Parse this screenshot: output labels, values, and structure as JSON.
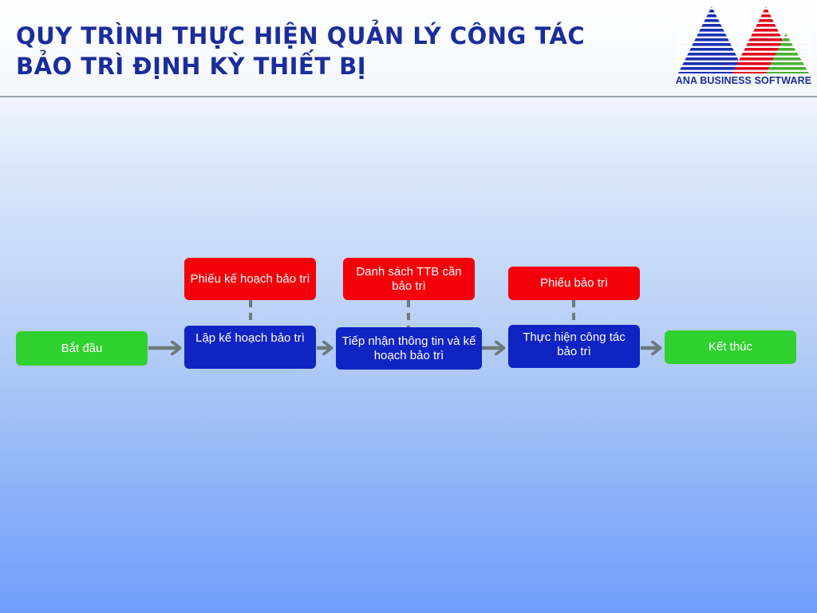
{
  "header": {
    "title_line1": "QUY TRÌNH THỰC HIỆN QUẢN LÝ CÔNG TÁC",
    "title_line2": "BẢO TRÌ ĐỊNH KỲ THIẾT BỊ",
    "logo_text": "ANA BUSINESS SOFTWARE"
  },
  "flow": {
    "start": "Bắt đầu",
    "step1": "Lập kế hoạch bảo trì",
    "step2": "Tiếp nhận thông tin và kế hoạch bảo trì",
    "step3": "Thực hiện công tác bảo trì",
    "end": "Kết thúc"
  },
  "documents": {
    "doc1": "Phiếu kế hoạch bảo trì",
    "doc2": "Danh sách TTB cần bảo trì",
    "doc3": "Phiếu bảo trì"
  },
  "colors": {
    "title": "#1a2d9b",
    "start_end": "#2fd12f",
    "process": "#1024c4",
    "document": "#f3000b",
    "connector": "#6b7a7a"
  }
}
